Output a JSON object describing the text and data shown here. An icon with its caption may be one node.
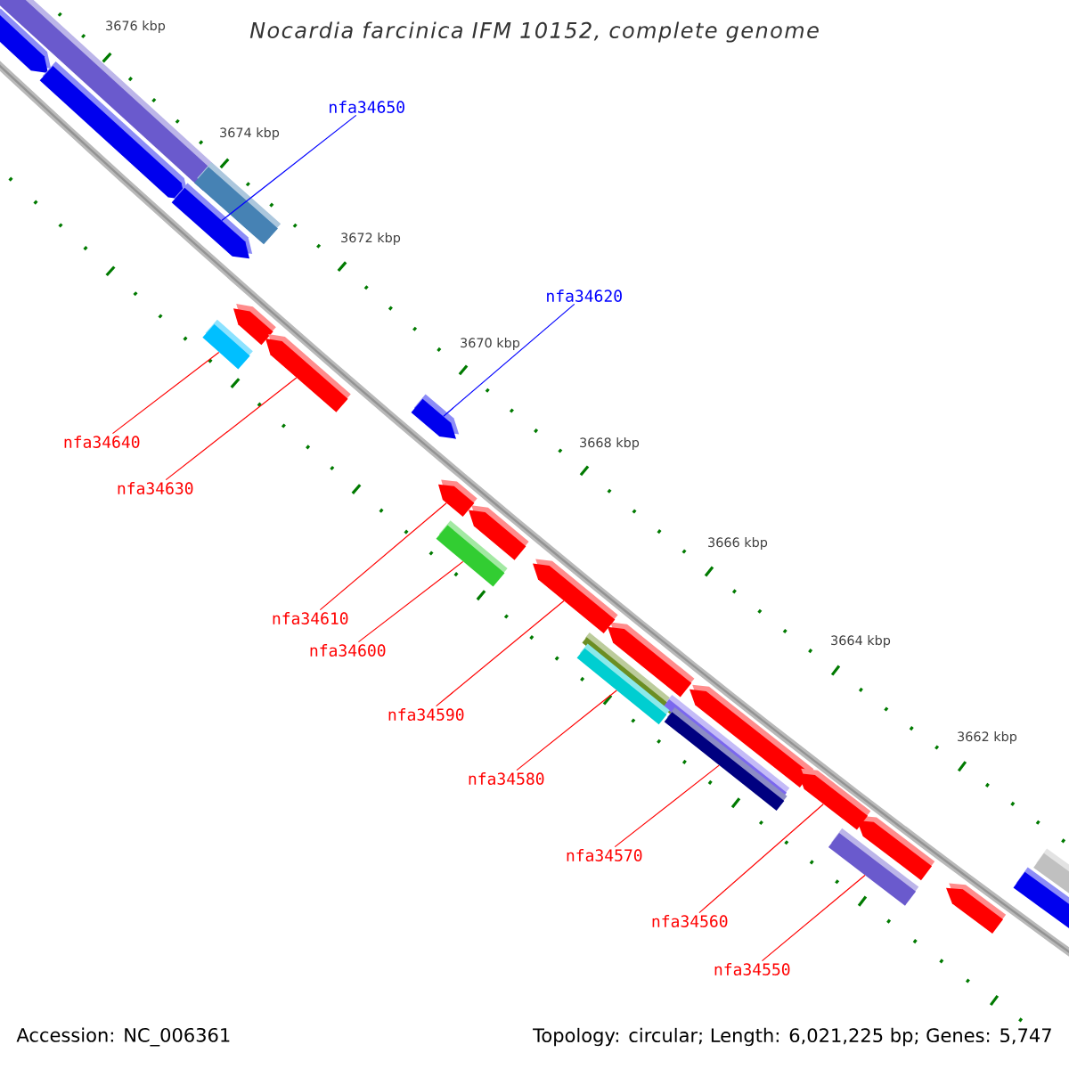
{
  "diagram": {
    "title": "Nocardia farcinica IFM 10152, complete genome",
    "nodes": [
      {
        "text": [
          "nfa34650"
        ]
      },
      {
        "text": [
          "nfa34620"
        ]
      },
      {
        "text": [
          "nfa34640"
        ]
      },
      {
        "text": [
          "nfa34630"
        ]
      },
      {
        "text": [
          "nfa34610"
        ]
      },
      {
        "text": [
          "nfa34600"
        ]
      },
      {
        "text": [
          "nfa34590"
        ]
      },
      {
        "text": [
          "nfa34580"
        ]
      },
      {
        "text": [
          "nfa34570"
        ]
      },
      {
        "text": [
          "nfa34560"
        ]
      },
      {
        "text": [
          "nfa34550"
        ]
      },
      {
        "text": [],
        "shape": "pentagon"
      },
      {
        "text": [],
        "shape": "pentagon"
      },
      {
        "text": [],
        "shape": "bar"
      },
      {
        "text": [],
        "shape": "pentagon"
      },
      {
        "text": [],
        "shape": "pentagon"
      },
      {
        "text": [],
        "shape": "bar"
      },
      {
        "text": [],
        "shape": "pentagon"
      },
      {
        "text": [],
        "shape": "bar"
      },
      {
        "text": [],
        "shape": "bar"
      },
      {
        "text": [],
        "shape": "pentagon"
      },
      {
        "text": [],
        "shape": "bar"
      }
    ],
    "edges": [
      {
        "from": 0,
        "to": 11,
        "arrow": "none",
        "color": "#0000ff"
      },
      {
        "from": 1,
        "to": 12,
        "arrow": "none",
        "color": "#0000ff"
      },
      {
        "from": 2,
        "to": 13,
        "arrow": "none"
      },
      {
        "from": 3,
        "to": 14,
        "arrow": "none"
      },
      {
        "from": 4,
        "to": 15,
        "arrow": "none"
      },
      {
        "from": 5,
        "to": 16,
        "arrow": "none"
      },
      {
        "from": 6,
        "to": 17,
        "arrow": "none"
      },
      {
        "from": 7,
        "to": 18,
        "arrow": "none"
      },
      {
        "from": 8,
        "to": 19,
        "arrow": "none"
      },
      {
        "from": 9,
        "to": 20,
        "arrow": "none"
      },
      {
        "from": 10,
        "to": 21,
        "arrow": "none"
      }
    ],
    "labels": [
      "3676 kbp",
      "3674 kbp",
      "3672 kbp",
      "3670 kbp",
      "3668 kbp",
      "3666 kbp",
      "3664 kbp",
      "3662 kbp",
      "Accession: NC_006361",
      "Topology: circular; Length: 6,021,225 bp; Genes: 5,747"
    ]
  }
}
